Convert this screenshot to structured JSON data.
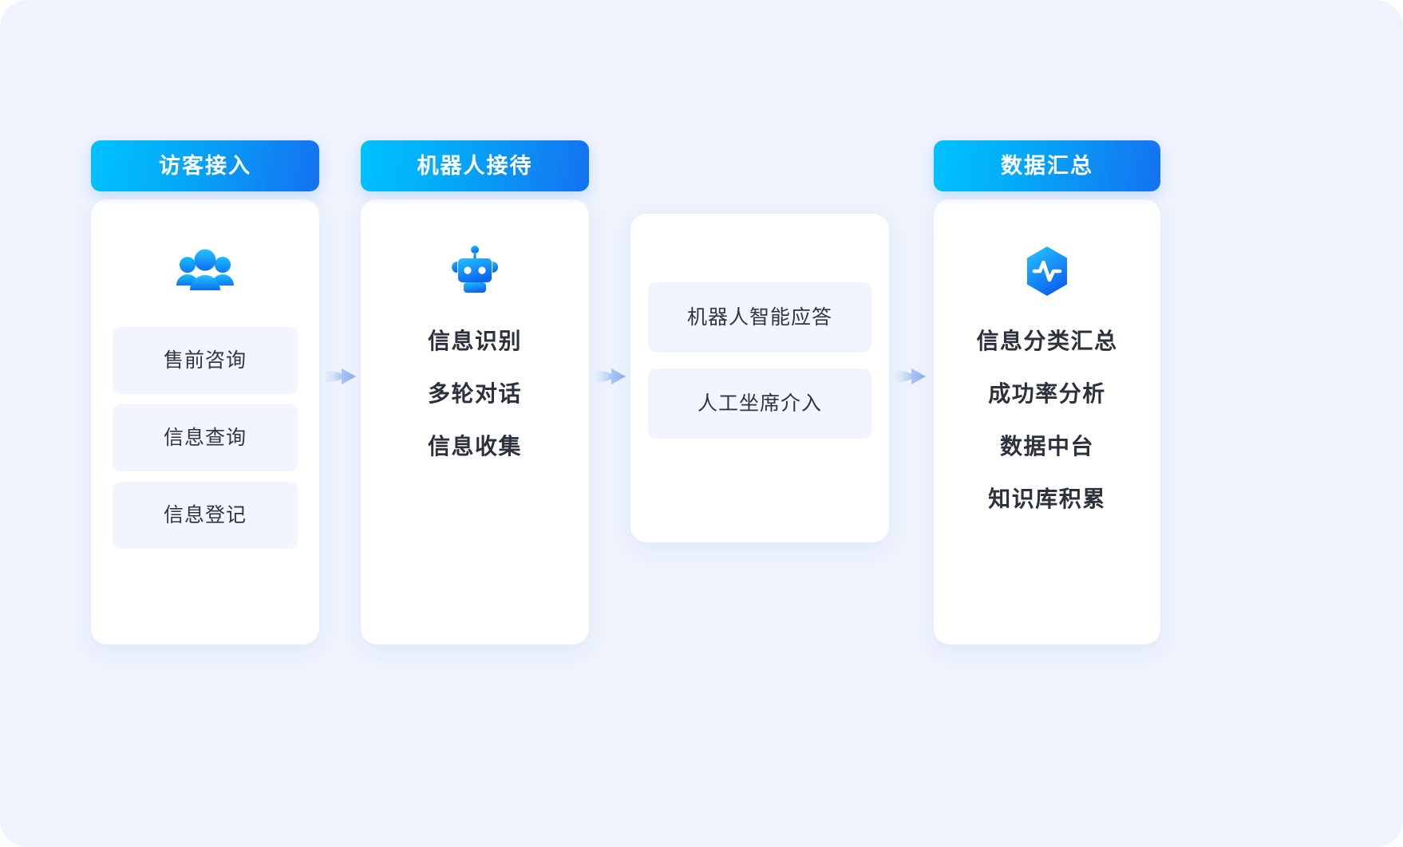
{
  "theme": {
    "page_background": "#eef3fd",
    "card_background": "#ffffff",
    "chip_background": "#f2f5fd",
    "header_gradient_start": "#00c2ff",
    "header_gradient_end": "#1472f0",
    "arrow_color": "#9dbcf4",
    "text_color": "#303540"
  },
  "stages": [
    {
      "id": "visitor-access",
      "header": "访客接入",
      "has_header": true,
      "icon": "people-group-icon",
      "item_style": "chip",
      "items": [
        "售前咨询",
        "信息查询",
        "信息登记"
      ]
    },
    {
      "id": "robot-reception",
      "header": "机器人接待",
      "has_header": true,
      "icon": "robot-icon",
      "item_style": "plain",
      "items": [
        "信息识别",
        "多轮对话",
        "信息收集"
      ]
    },
    {
      "id": "response-handling",
      "header": "",
      "has_header": false,
      "icon": "",
      "item_style": "chip",
      "items": [
        "机器人智能应答",
        "人工坐席介入"
      ]
    },
    {
      "id": "data-summary",
      "header": "数据汇总",
      "has_header": true,
      "icon": "hexagon-pulse-icon",
      "item_style": "plain",
      "items": [
        "信息分类汇总",
        "成功率分析",
        "数据中台",
        "知识库积累"
      ]
    }
  ],
  "arrows": [
    {
      "id": "arrow-visitor-to-robot",
      "glyph": "flow-arrow-icon"
    },
    {
      "id": "arrow-robot-to-response",
      "glyph": "flow-arrow-icon"
    },
    {
      "id": "arrow-response-to-summary",
      "glyph": "flow-arrow-icon"
    }
  ]
}
